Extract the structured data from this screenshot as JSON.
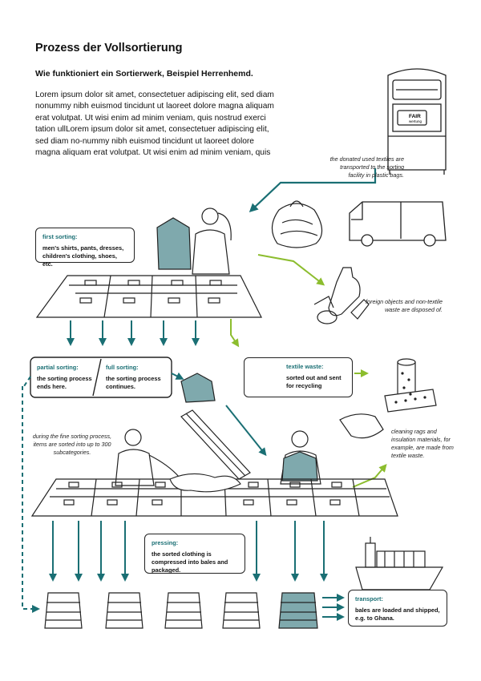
{
  "title": "Prozess der Vollsortierung",
  "subtitle": "Wie funktioniert ein Sortierwerk, Beispiel Herrenhemd.",
  "intro": "Lorem ipsum dolor sit amet, consectetuer adipiscing elit, sed diam nonummy nibh euismod tincidunt ut laoreet dolore magna aliquam erat volutpat. Ut wisi enim ad minim veniam, quis nostrud exerci tation ullLorem ipsum dolor sit amet, consectetuer adipiscing elit, sed diam no-nummy nibh euismod tincidunt ut laoreet dolore magna aliquam erat volutpat. Ut wisi enim ad minim veniam, quis",
  "container_label": "FAIR",
  "container_sublabel": "wertung",
  "caption_donated": "the donated used textiles are transported to the sorting facility in plastic bags.",
  "caption_foreign": "foreign objects and non-textile waste are disposed of.",
  "caption_fine": "during the fine sorting process, items are sorted into up to 300 subcategories.",
  "caption_rags": "cleaning rags and insulation materials, for example, are made from textile waste.",
  "first_sorting": {
    "title": "first sorting:",
    "body": "men's shirts, pants, dresses, children's clothing, shoes, etc."
  },
  "partial_sorting": {
    "title": "partial sorting:",
    "body": "the sorting process ends here."
  },
  "full_sorting": {
    "title": "full sorting:",
    "body": "the sorting process continues."
  },
  "textile_waste": {
    "title": "textile waste:",
    "body": "sorted out and sent for recycling"
  },
  "pressing": {
    "title": "pressing:",
    "body": "the sorted clothing is compressed into bales and packaged."
  },
  "transport": {
    "title": "transport:",
    "body": "bales are loaded and shipped, e.g. to Ghana."
  },
  "colors": {
    "teal": "#1a6f74",
    "green": "#8cbd2e",
    "ink": "#222222",
    "bale_fill": "#7fa9ad"
  }
}
